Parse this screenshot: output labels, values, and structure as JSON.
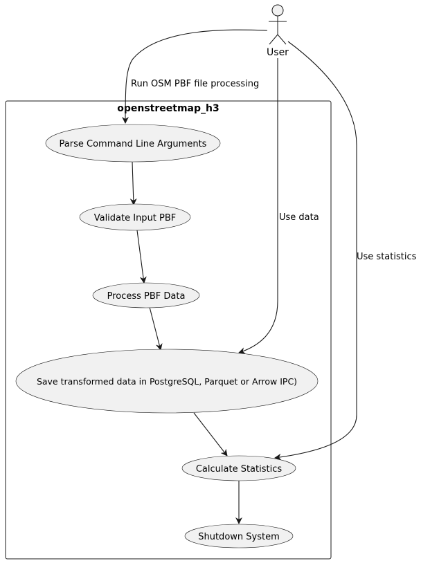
{
  "actor": {
    "label": "User",
    "icon": "stick-figure-icon"
  },
  "system": {
    "title": "openstreetmap_h3"
  },
  "use_cases": {
    "parse": "Parse Command Line Arguments",
    "validate": "Validate Input PBF",
    "process": "Process PBF Data",
    "save": "Save transformed data in PostgreSQL, Parquet or Arrow IPC)",
    "stats": "Calculate Statistics",
    "shutdown": "Shutdown System"
  },
  "edge_labels": {
    "run": "Run OSM PBF file processing",
    "use_data": "Use data",
    "use_statistics": "Use statistics"
  },
  "colors": {
    "node_fill": "#f1f1f1",
    "stroke": "#181818"
  }
}
